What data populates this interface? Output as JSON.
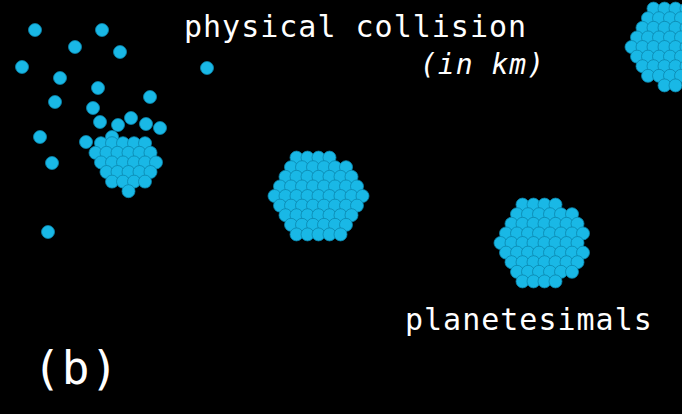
{
  "diagram": {
    "labels": [
      "physical collision",
      "(in km)",
      "planetesimals",
      "(b)"
    ]
  }
}
